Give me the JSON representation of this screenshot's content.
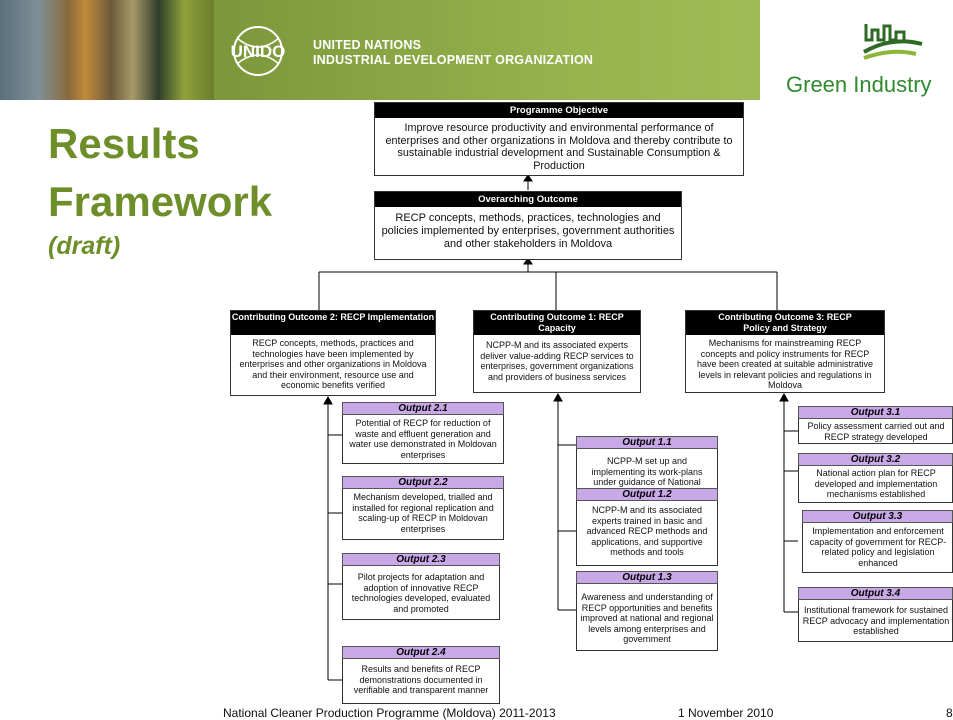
{
  "header": {
    "org_line1": "UNITED NATIONS",
    "org_line2": "INDUSTRIAL DEVELOPMENT ORGANIZATION",
    "logo_text": "UNIDO",
    "brand": "Green Industry"
  },
  "title": {
    "line1": "Results",
    "line2": "Framework",
    "line3": "(draft)"
  },
  "objective": {
    "header": "Programme Objective",
    "text": "Improve resource productivity and environmental performance of enterprises  and other organizations in Moldova and thereby contribute to sustainable industrial development and Sustainable Consumption & Production"
  },
  "overarching": {
    "header": "Overarching Outcome",
    "text": "RECP concepts, methods, practices, technologies and policies implemented by enterprises, government authorities and other stakeholders in Moldova"
  },
  "outcomes": [
    {
      "header": "Contributing Outcome 2: RECP Implementation",
      "text": "RECP concepts, methods, practices and technologies have been implemented by enterprises and other organizations in Moldova and their environment, resource use and economic benefits verified",
      "outputs": [
        {
          "label": "Output 2.1",
          "text": "Potential of RECP for reduction of waste and effluent generation and water use  demonstrated in Moldovan enterprises"
        },
        {
          "label": "Output 2.2",
          "text": "Mechanism developed, trialled and installed for regional replication and scaling-up of RECP in Moldovan enterprises"
        },
        {
          "label": "Output 2.3",
          "text": "Pilot projects for adaptation and adoption of innovative RECP technologies developed, evaluated and promoted"
        },
        {
          "label": "Output 2.4",
          "text": "Results and benefits of RECP demonstrations documented in verifiable and transparent manner"
        }
      ]
    },
    {
      "header": "Contributing Outcome 1: RECP Capacity",
      "text": "NCPP-M and its associated experts deliver  value-adding RECP services to enterprises, government organizations and providers of business services",
      "outputs": [
        {
          "label": "Output 1.1",
          "text": "NCPP-M set up and implementing its work-plans under guidance of National Executive Board"
        },
        {
          "label": "Output 1.2",
          "text": "NCPP-M and its associated experts trained in basic and advanced RECP methods and applications, and supportive methods and tools"
        },
        {
          "label": "Output 1.3",
          "text": "Awareness and understanding of RECP opportunities and benefits improved at national and regional levels among enterprises and government"
        }
      ]
    },
    {
      "header": "Contributing Outcome 3: RECP Policy and Strategy",
      "text": "Mechanisms for mainstreaming RECP concepts and policy instruments for RECP have been created at suitable administrative levels in relevant policies and regulations in Moldova",
      "outputs": [
        {
          "label": "Output 3.1",
          "text": "Policy assessment carried out and RECP strategy developed"
        },
        {
          "label": "Output 3.2",
          "text": "National action plan for RECP developed and  implementation mechanisms established"
        },
        {
          "label": "Output 3.3",
          "text": "Implementation and enforcement capacity of government for RECP-related  policy and legislation enhanced"
        },
        {
          "label": "Output 3.4",
          "text": "Institutional framework for sustained RECP advocacy and implementation established"
        }
      ]
    }
  ],
  "footer": {
    "programme": "National Cleaner Production Programme  (Moldova)  2011-2013",
    "date": "1 November 2010",
    "page": "8"
  },
  "colors": {
    "title_green": "#6e8e2a",
    "output_purple": "#c9a8e8",
    "banner_green": "#98b44f"
  }
}
